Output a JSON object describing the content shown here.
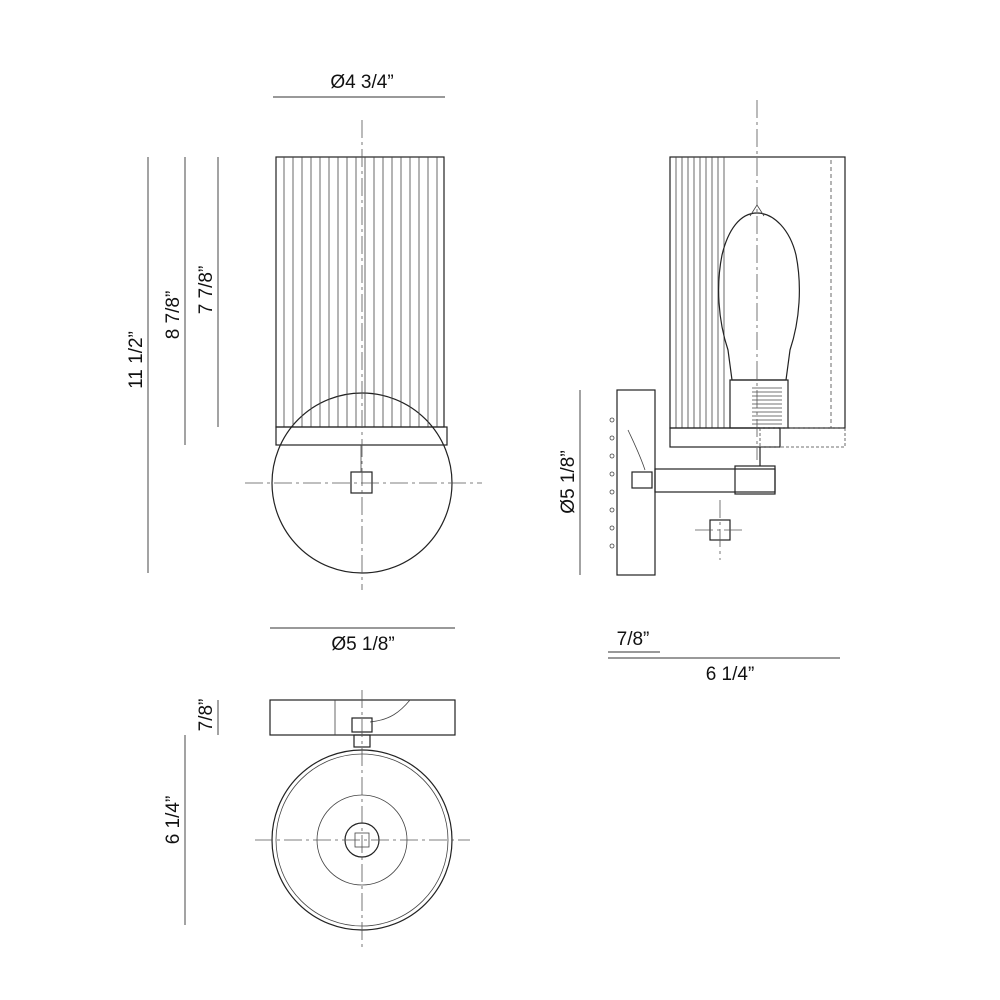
{
  "front_view": {
    "shade_diameter": "Ø4 3/4”",
    "overall_height": "11 1/2”",
    "height_to_band": "8 7/8”",
    "shade_height": "7 7/8”",
    "backplate_diameter": "Ø5 1/8”"
  },
  "side_view": {
    "backplate_diameter": "Ø5 1/8”",
    "backplate_depth": "7/8”",
    "overall_extension": "6 1/4”"
  },
  "bottom_view": {
    "backplate_depth": "7/8”",
    "overall_extension": "6 1/4”"
  },
  "colors": {
    "line": "#222222",
    "background": "#ffffff"
  }
}
